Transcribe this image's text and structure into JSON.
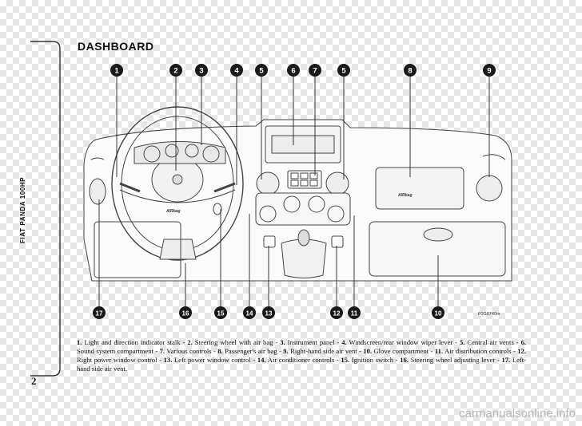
{
  "title": "DASHBOARD",
  "side_label": "FIAT PANDA 100HP",
  "page_number": "2",
  "figure_code": "F0G0740m",
  "airbag_label": "AIRbag",
  "top_callouts": [
    "1",
    "2",
    "3",
    "4",
    "5",
    "6",
    "7",
    "5",
    "8",
    "9"
  ],
  "bottom_callouts": [
    "17",
    "16",
    "15",
    "14",
    "13",
    "12",
    "11",
    "10"
  ],
  "caption": [
    {
      "num": "1.",
      "text": " Light and direction indicator stalk - "
    },
    {
      "num": "2.",
      "text": " Steering wheel with air bag - "
    },
    {
      "num": "3.",
      "text": " Instrument panel - "
    },
    {
      "num": "4.",
      "text": " Windscreen/rear window wiper lever - "
    },
    {
      "num": "5.",
      "text": " Central air vents - "
    },
    {
      "num": "6.",
      "text": " Sound system compartment - "
    },
    {
      "num": "7.",
      "text": " Various controls - "
    },
    {
      "num": "8.",
      "text": " Passenger's air bag - "
    },
    {
      "num": "9.",
      "text": " Right-hand side air vent - "
    },
    {
      "num": "10.",
      "text": " Glove compartment - "
    },
    {
      "num": "11.",
      "text": " Air distribution controls - "
    },
    {
      "num": "12.",
      "text": " Right power window control - "
    },
    {
      "num": "13.",
      "text": " Left power window control - "
    },
    {
      "num": "14.",
      "text": " Air conditioner controls - "
    },
    {
      "num": "15.",
      "text": " Ignition switch - "
    },
    {
      "num": "16.",
      "text": " Steering wheel adjusting lever - "
    },
    {
      "num": "17.",
      "text": " Left-hand side air vent."
    }
  ],
  "watermark": "carmanualsonline.info"
}
